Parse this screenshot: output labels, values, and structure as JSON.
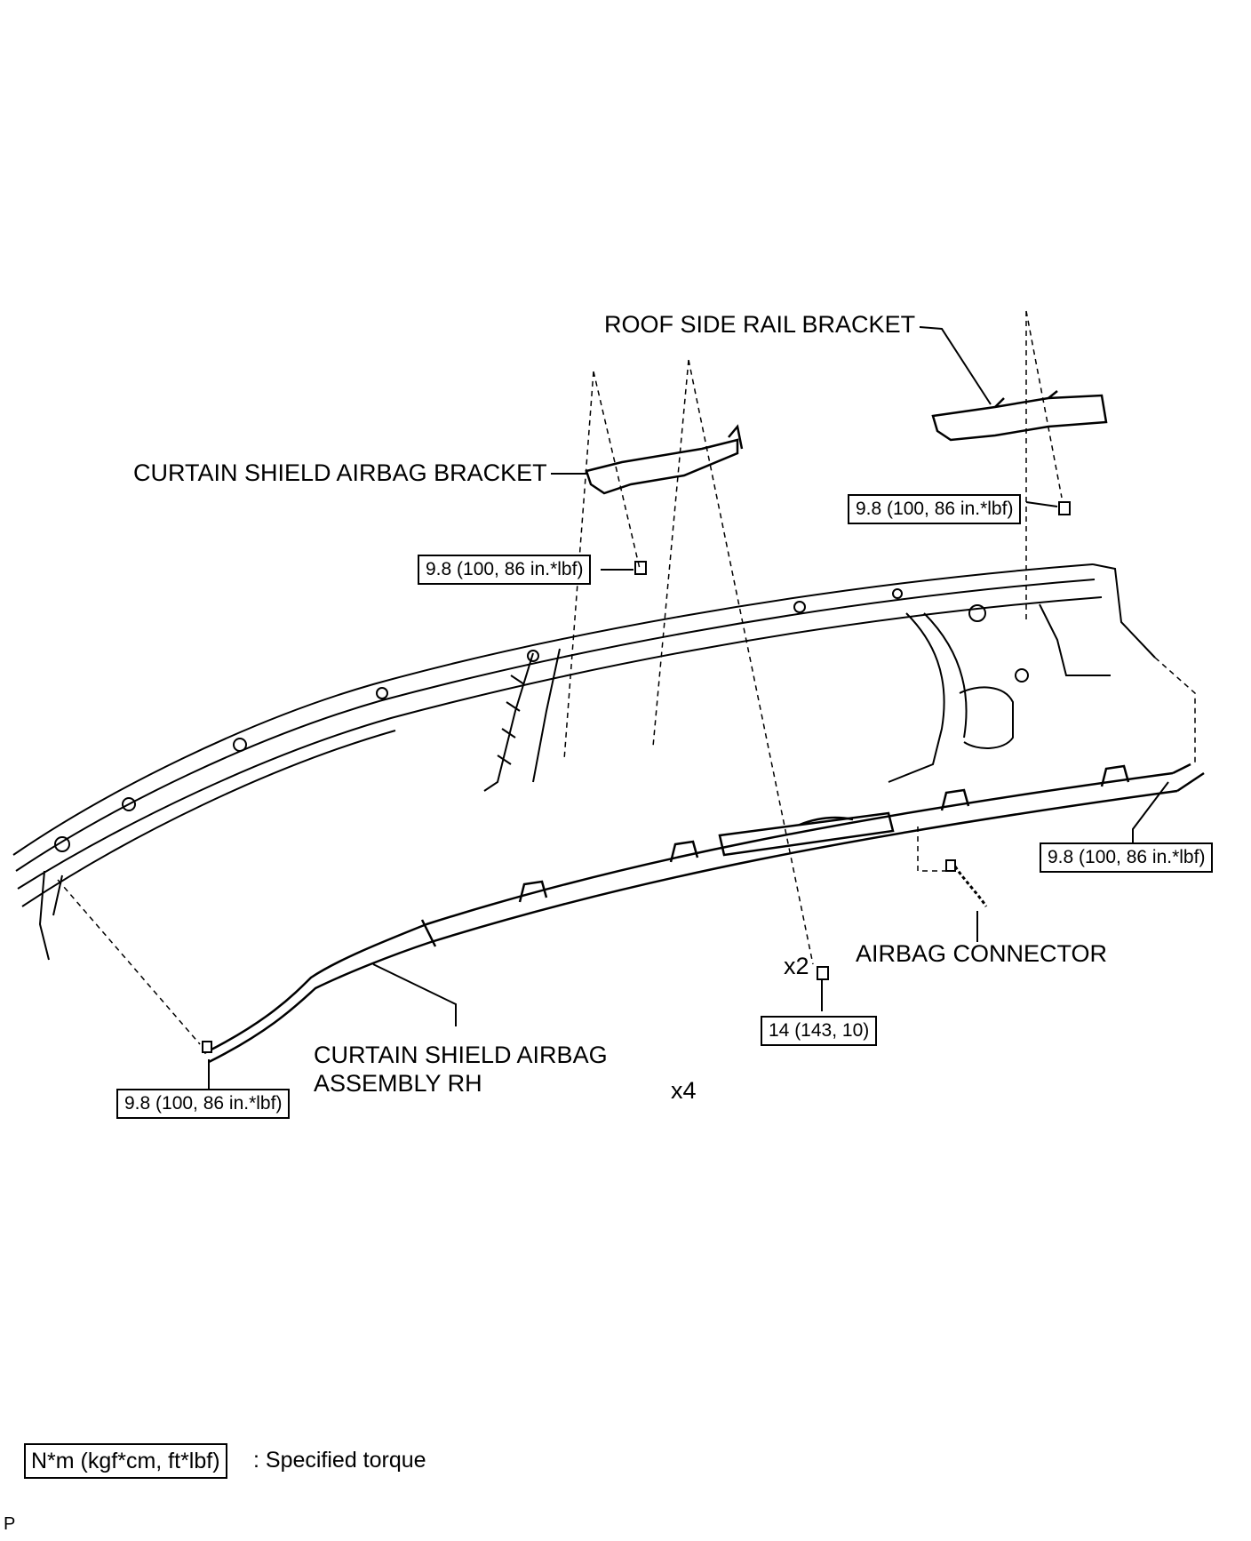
{
  "labels": {
    "roof_side_rail_bracket": "ROOF SIDE RAIL BRACKET",
    "curtain_shield_airbag_bracket": "CURTAIN SHIELD AIRBAG BRACKET",
    "airbag_connector": "AIRBAG CONNECTOR",
    "curtain_shield_airbag_assembly_line1": "CURTAIN SHIELD AIRBAG",
    "curtain_shield_airbag_assembly_line2": "ASSEMBLY RH",
    "qty_x2": "x2",
    "qty_x4": "x4"
  },
  "torque": {
    "roof_bracket_bolt": "9.8 (100, 86 in.*lbf)",
    "airbag_bracket_bolt": "9.8 (100, 86 in.*lbf)",
    "rear_end_bolt": "9.8 (100, 86 in.*lbf)",
    "front_end_bolt": "9.8 (100, 86 in.*lbf)",
    "center_bolts": "14 (143, 10)"
  },
  "legend": {
    "unit_box": "N*m (kgf*cm, ft*lbf)",
    "description": ": Specified torque"
  },
  "corner_mark": "P"
}
